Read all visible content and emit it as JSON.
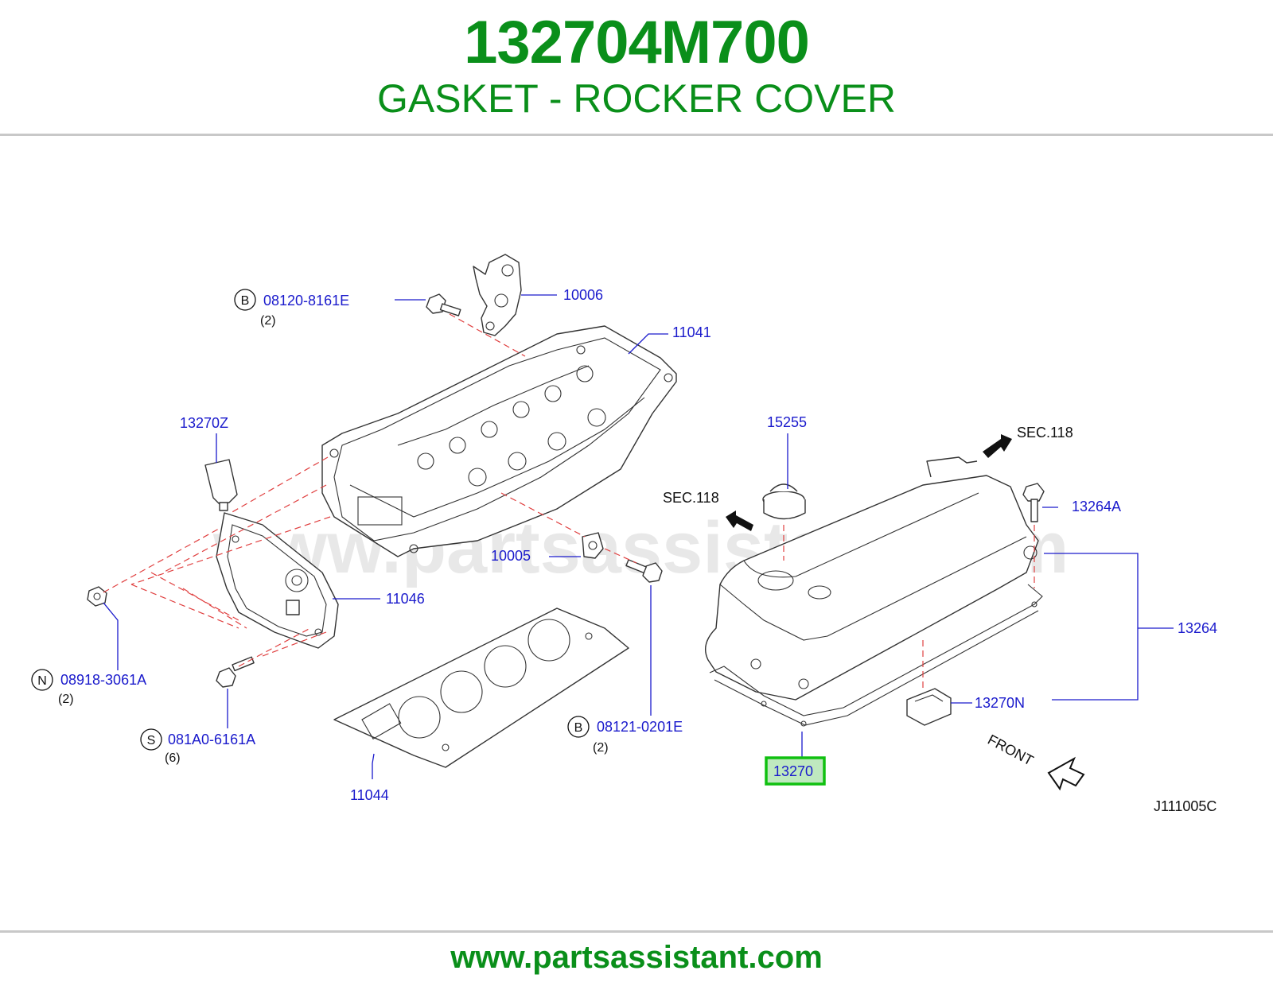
{
  "header": {
    "part_number": "132704M700",
    "description": "GASKET - ROCKER COVER"
  },
  "footer": {
    "url": "www.partsassistant.com"
  },
  "watermark": "www.partsassistant.com",
  "diagram_code": "J111005C",
  "colors": {
    "green": "#0a8f1a",
    "label_blue": "#1a1acc",
    "leader_red": "#e04040",
    "highlight_fill": "#bfe9bf",
    "highlight_border": "#10c010"
  },
  "callouts": {
    "p10006": "10006",
    "p11041": "11041",
    "p13270Z": "13270Z",
    "p15255": "15255",
    "p13264A": "13264A",
    "p10005": "10005",
    "p11046": "11046",
    "p13264": "13264",
    "p13270N": "13270N",
    "p11044": "11044",
    "p13270": "13270",
    "bolt_08120": "08120-8161E",
    "bolt_08120_qty": "(2)",
    "bolt_08120_letter": "B",
    "nut_08918": "08918-3061A",
    "nut_08918_qty": "(2)",
    "nut_08918_letter": "N",
    "bolt_081A0": "081A0-6161A",
    "bolt_081A0_qty": "(6)",
    "bolt_081A0_letter": "S",
    "bolt_08121": "08121-0201E",
    "bolt_08121_qty": "(2)",
    "bolt_08121_letter": "B",
    "sec_1": "SEC.118",
    "sec_2": "SEC.118",
    "front": "FRONT"
  },
  "highlighted_part": "13270"
}
